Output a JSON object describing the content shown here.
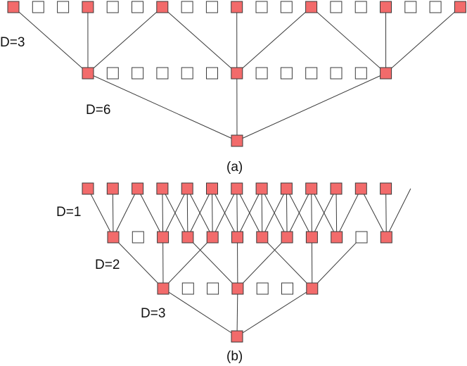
{
  "colors": {
    "active_fill": "#f26b6b",
    "inactive_fill": "#ffffff",
    "stroke": "#3a3a3a",
    "text": "#111111"
  },
  "panel_a": {
    "caption": "(a)",
    "rows": [
      {
        "active": [
          1,
          0,
          0,
          1,
          0,
          0,
          1,
          0,
          0,
          1,
          0,
          0,
          1,
          0,
          0,
          1,
          0,
          0,
          1
        ]
      },
      {
        "active": [
          1,
          0,
          0,
          0,
          0,
          0,
          1,
          0,
          0,
          0,
          0,
          0,
          1
        ]
      },
      {
        "active": [
          1
        ]
      }
    ],
    "dilations": [
      {
        "text": "D=3"
      },
      {
        "text": "D=6"
      }
    ],
    "edges": [
      [
        [
          0,
          0
        ],
        [
          1,
          0
        ]
      ],
      [
        [
          0,
          3
        ],
        [
          1,
          0
        ]
      ],
      [
        [
          0,
          6
        ],
        [
          1,
          0
        ]
      ],
      [
        [
          0,
          6
        ],
        [
          1,
          6
        ]
      ],
      [
        [
          0,
          9
        ],
        [
          1,
          6
        ]
      ],
      [
        [
          0,
          12
        ],
        [
          1,
          6
        ]
      ],
      [
        [
          0,
          12
        ],
        [
          1,
          12
        ]
      ],
      [
        [
          0,
          15
        ],
        [
          1,
          12
        ]
      ],
      [
        [
          0,
          18
        ],
        [
          1,
          12
        ]
      ],
      [
        [
          1,
          0
        ],
        [
          2,
          0
        ]
      ],
      [
        [
          1,
          6
        ],
        [
          2,
          0
        ]
      ],
      [
        [
          1,
          12
        ],
        [
          2,
          0
        ]
      ]
    ]
  },
  "panel_b": {
    "caption": "(b)",
    "rows": [
      {
        "active": [
          1,
          1,
          1,
          1,
          1,
          1,
          1,
          1,
          1,
          1,
          1,
          1,
          1
        ]
      },
      {
        "active": [
          1,
          0,
          1,
          1,
          1,
          1,
          1,
          1,
          1,
          1,
          0,
          1
        ]
      },
      {
        "active": [
          1,
          0,
          0,
          1,
          0,
          0,
          1
        ]
      },
      {
        "active": [
          1
        ]
      }
    ],
    "dilations": [
      {
        "text": "D=1"
      },
      {
        "text": "D=2"
      },
      {
        "text": "D=3"
      }
    ]
  }
}
